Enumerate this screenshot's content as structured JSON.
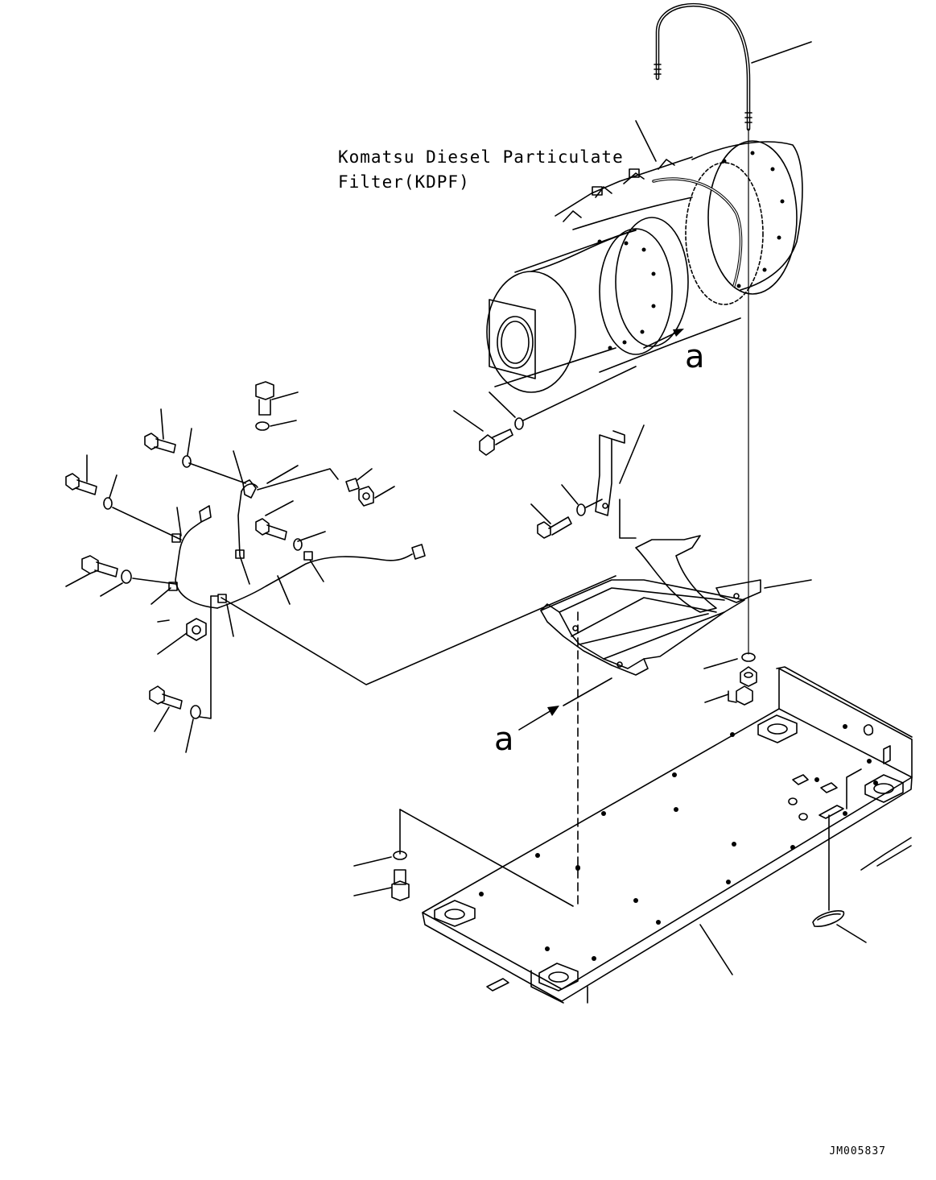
{
  "figure": {
    "title_line1": "Komatsu Diesel Particulate",
    "title_line2": "Filter(KDPF)",
    "view_ref_top": "a",
    "view_ref_bottom": "a",
    "drawing_code": "JM005837"
  },
  "parts": [
    {
      "name": "kdpf-assembly"
    },
    {
      "name": "u-bolt"
    },
    {
      "name": "mounting-bracket"
    },
    {
      "name": "support-frame"
    },
    {
      "name": "base-plate"
    },
    {
      "name": "wiring-harness"
    },
    {
      "name": "bolts-and-washers"
    },
    {
      "name": "grommet"
    }
  ]
}
